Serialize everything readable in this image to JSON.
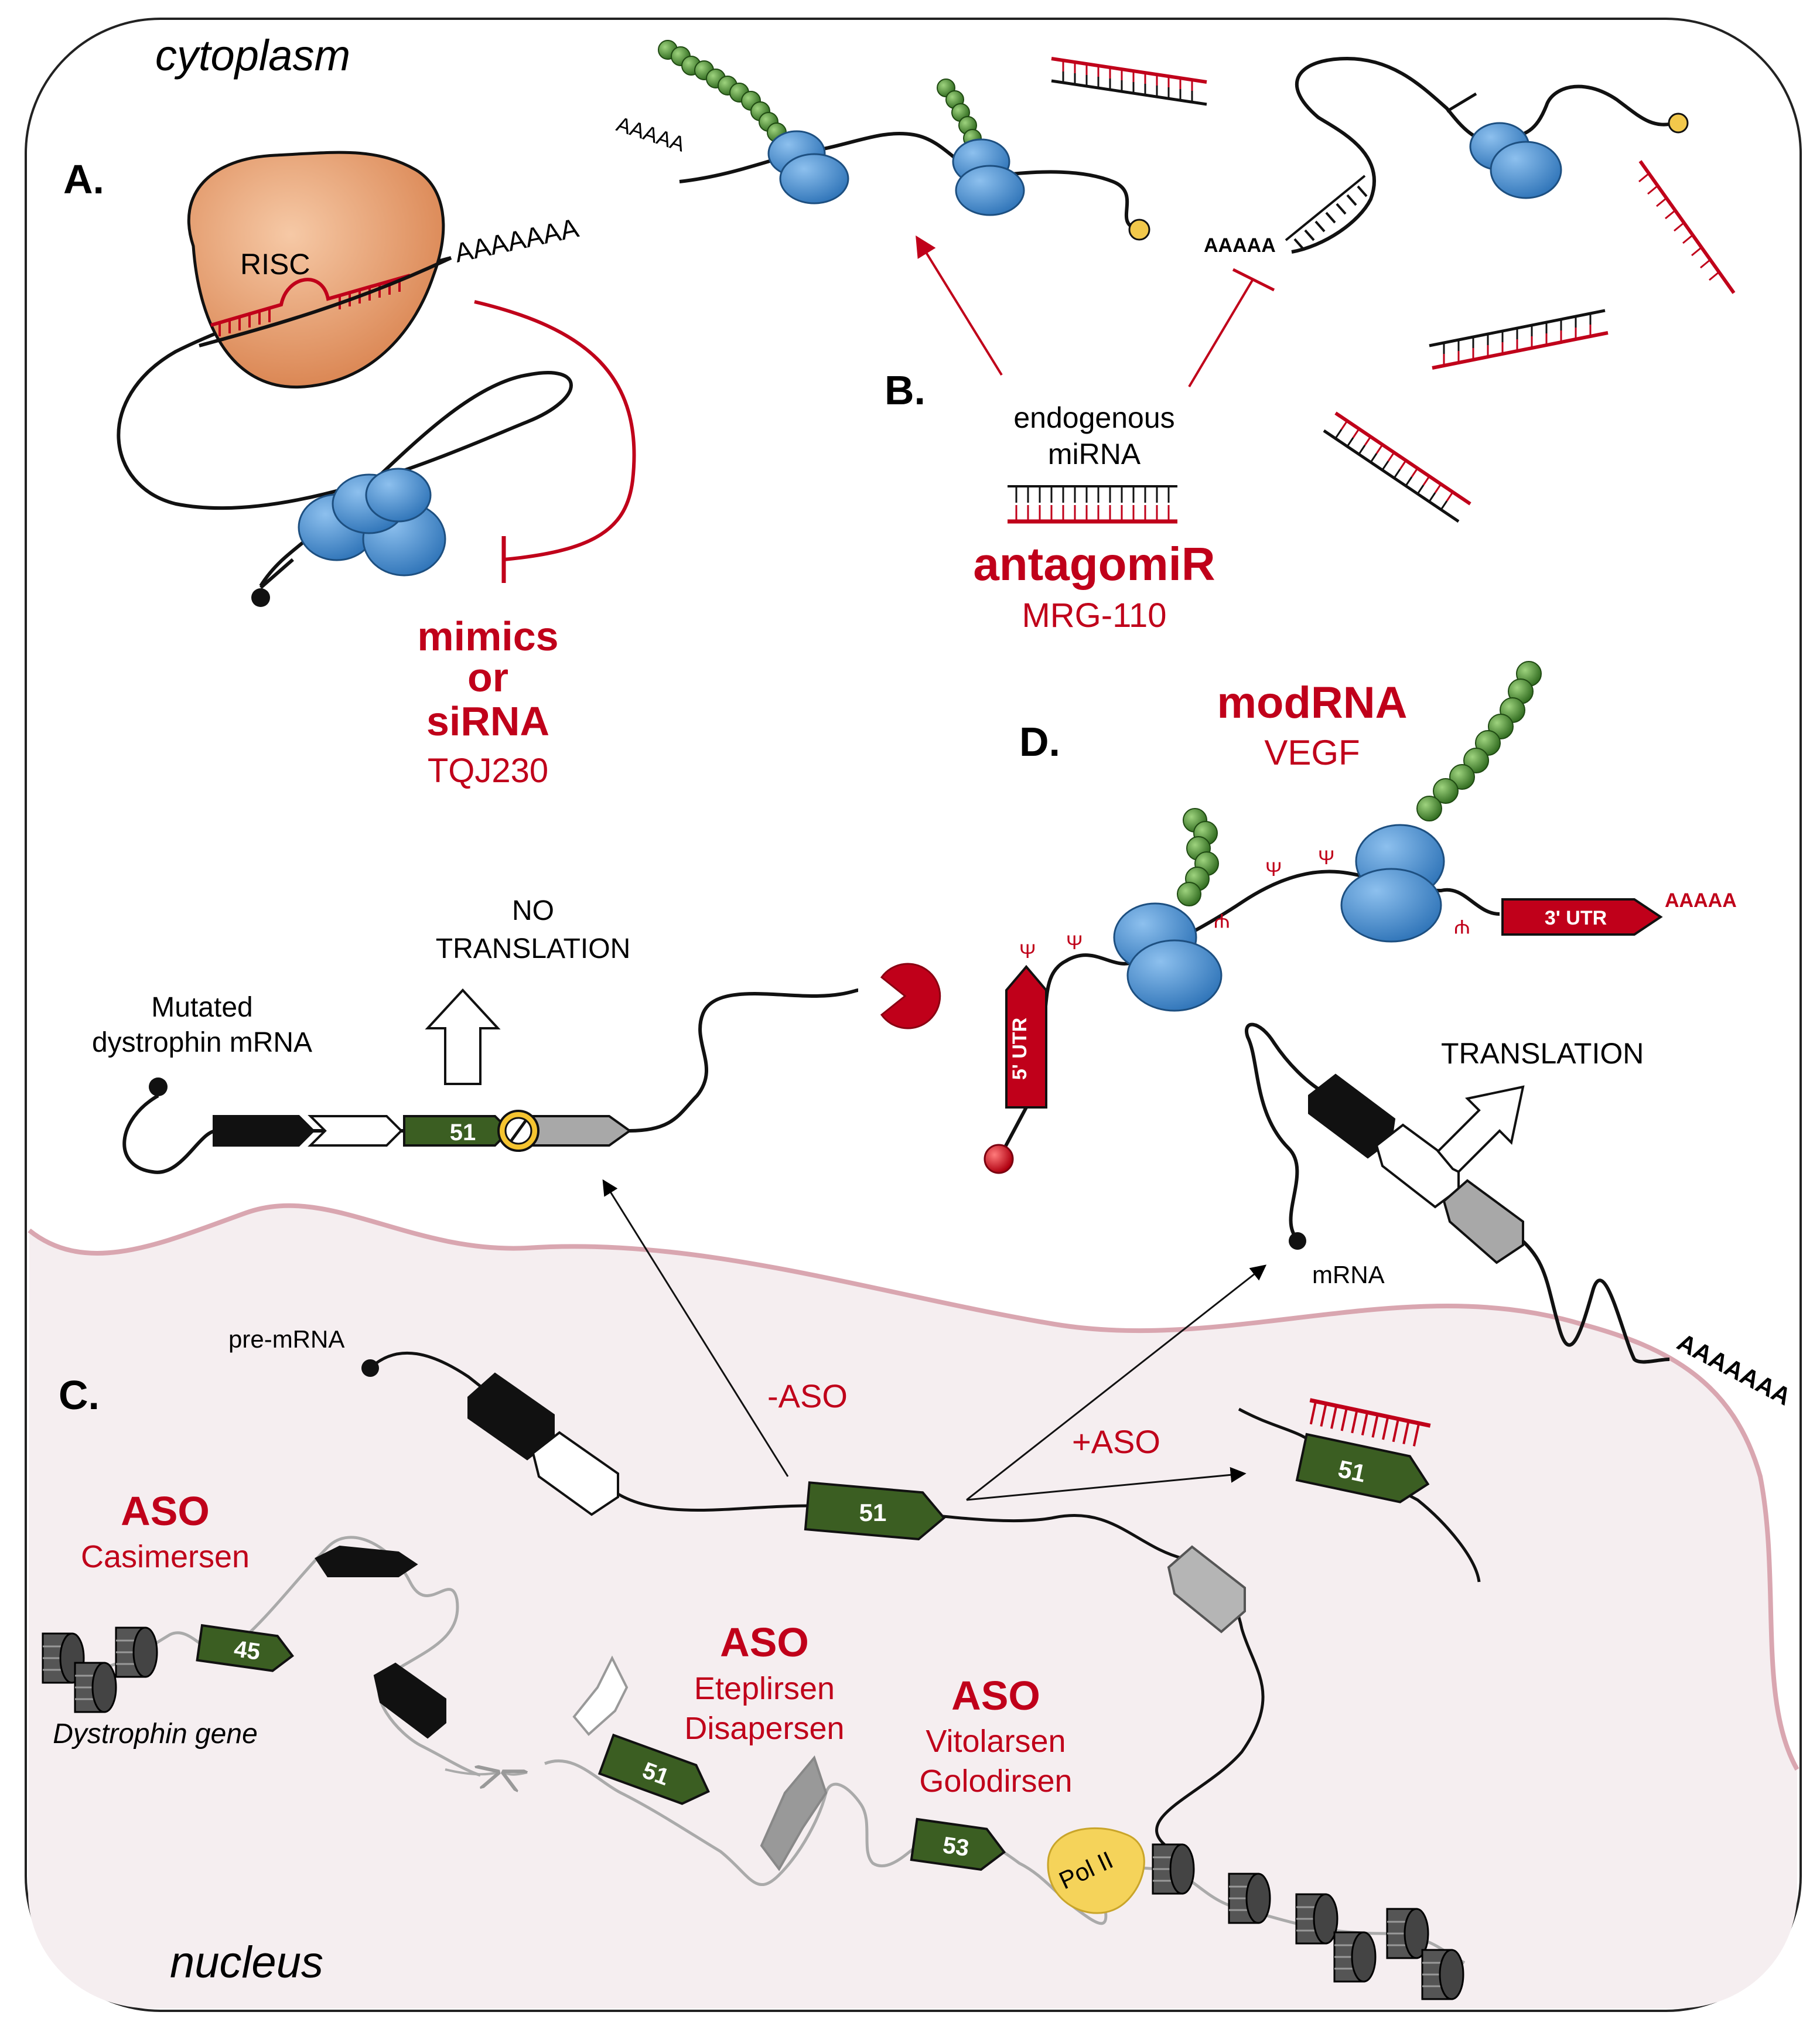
{
  "compartments": {
    "cytoplasm": "cytoplasm",
    "nucleus": "nucleus"
  },
  "panels": {
    "a": {
      "letter": "A.",
      "risc": "RISC",
      "poly_a": "AAAAAAA",
      "drug_line1": "mimics",
      "drug_line2": "or",
      "drug_line3": "siRNA",
      "drug_name": "TQJ230"
    },
    "b": {
      "letter": "B.",
      "poly_a_left": "AAAAA",
      "poly_a_right": "AAAAA",
      "endogenous_line1": "endogenous",
      "endogenous_line2": "miRNA",
      "drug_class": "antagomiR",
      "drug_name": "MRG-110"
    },
    "c": {
      "letter": "C.",
      "mutated_line1": "Mutated",
      "mutated_line2": "dystrophin mRNA",
      "no_translation_line1": "NO",
      "no_translation_line2": "TRANSLATION",
      "exon_51": "51",
      "exon_45": "45",
      "exon_53": "53",
      "pre_mrna": "pre-mRNA",
      "minus_aso": "-ASO",
      "plus_aso": "+ASO",
      "mrna": "mRNA",
      "translation": "TRANSLATION",
      "poly_a": "AAAAAAA",
      "aso1_class": "ASO",
      "aso1_drug": "Casimersen",
      "aso2_class": "ASO",
      "aso2_drug1": "Eteplirsen",
      "aso2_drug2": "Disapersen",
      "aso3_class": "ASO",
      "aso3_drug1": "Vitolarsen",
      "aso3_drug2": "Golodirsen",
      "gene": "Dystrophin gene",
      "pol2": "Pol II"
    },
    "d": {
      "letter": "D.",
      "drug_class": "modRNA",
      "drug_name": "VEGF",
      "utr5": "5' UTR",
      "utr3": "3' UTR",
      "poly_a": "AAAAA",
      "psi": "Ψ"
    }
  },
  "colors": {
    "red": "#c0001a",
    "ribosome": "#4a8fd0",
    "peptide": "#3f7a2c",
    "exon_green": "#3b5e22",
    "nucleus_fill": "#f5eef0",
    "nucleus_border": "#d9a6b0",
    "risc": "#e59a6a",
    "cap_yellow": "#f2c84b",
    "pol2": "#f5d35a"
  }
}
